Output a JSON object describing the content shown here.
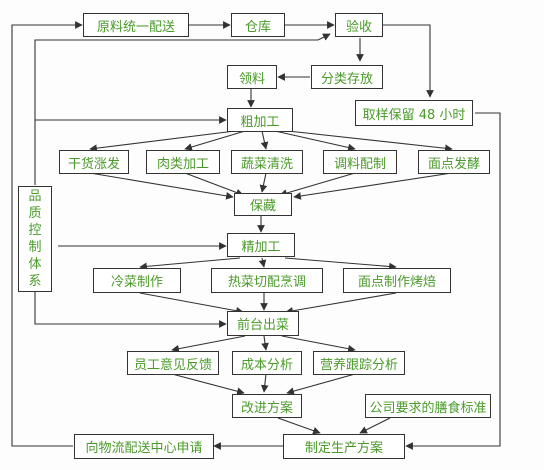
{
  "nodes": {
    "raw_material": "原料统一配送",
    "warehouse": "仓库",
    "inspection": "验收",
    "requisition": "领料",
    "classified_storage": "分类存放",
    "sample_retention": "取样保留 48 小时",
    "rough_processing": "粗加工",
    "dry_goods": "干货涨发",
    "meat_processing": "肉类加工",
    "vegetable_washing": "蔬菜清洗",
    "seasoning": "调料配制",
    "pastry_fermentation": "面点发酵",
    "preservation": "保藏",
    "fine_processing": "精加工",
    "cold_dishes": "冷菜制作",
    "hot_dishes": "热菜切配烹调",
    "pastry_baking": "面点制作烤焙",
    "front_serving": "前台出菜",
    "staff_feedback": "员工意见反馈",
    "cost_analysis": "成本分析",
    "nutrition_tracking": "营养跟踪分析",
    "improvement_plan": "改进方案",
    "company_standard": "公司要求的膳食标准",
    "production_plan": "制定生产方案",
    "logistics_request": "向物流配送中心申请",
    "quality_control": "品质控制体系"
  },
  "colors": {
    "text": "#4a9a2a",
    "border": "#333333",
    "line": "#333333"
  }
}
